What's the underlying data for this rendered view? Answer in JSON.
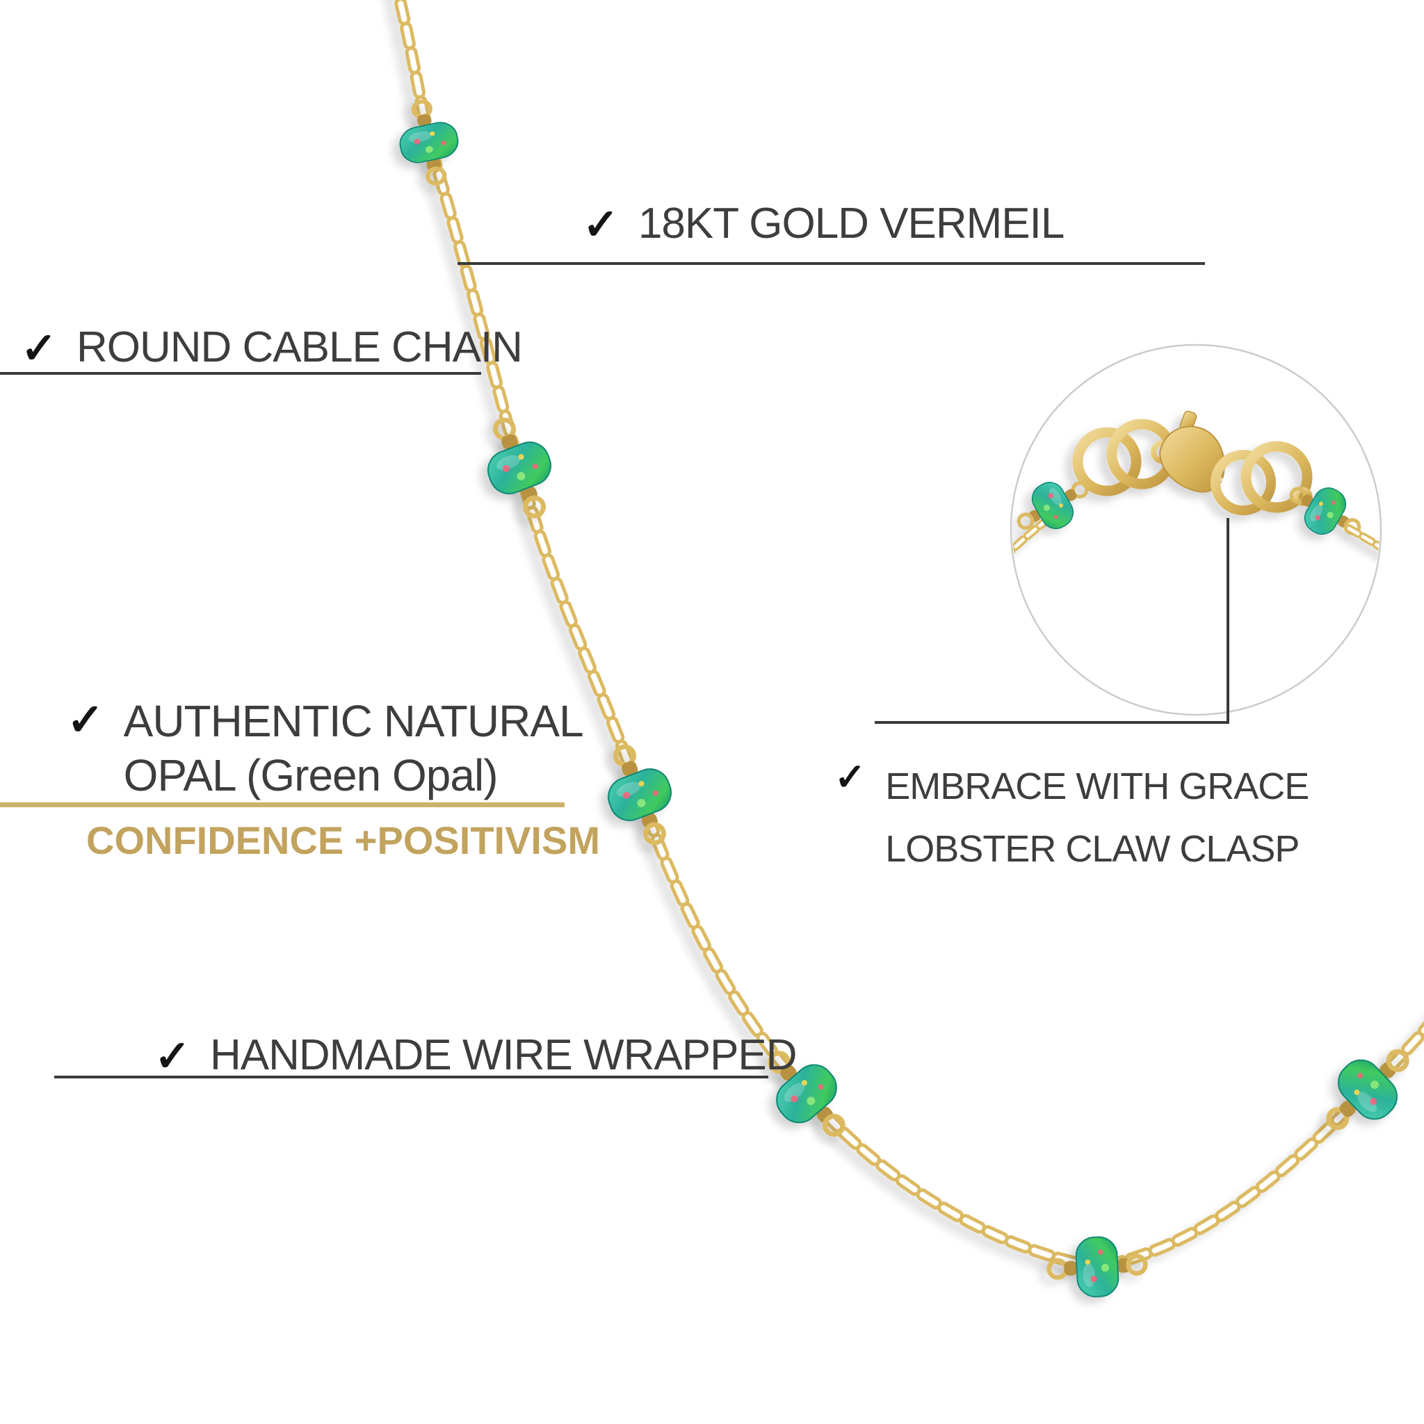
{
  "callouts": {
    "gold_vermeil": {
      "check": "✓",
      "label": "18KT GOLD VERMEIL"
    },
    "cable_chain": {
      "check": "✓",
      "label": "ROUND CABLE CHAIN"
    },
    "natural_opal": {
      "check": "✓",
      "line1": "AUTHENTIC NATURAL",
      "line2": "OPAL (Green Opal)"
    },
    "tagline": "CONFIDENCE +POSITIVISM",
    "handmade": {
      "check": "✓",
      "label": "HANDMADE WIRE WRAPPED"
    },
    "clasp": {
      "check": "✓",
      "line1": "EMBRACE WITH GRACE",
      "line2": "LOBSTER CLAW CLASP"
    }
  },
  "colors": {
    "background": "#ffffff",
    "text": "#3d3d3d",
    "checkmark": "#141414",
    "line": "#3a3a3a",
    "gold_accent": "#c2a35e",
    "gold_divider": "#cdb26a",
    "chain_gold": "#dcba62",
    "chain_gold_deep": "#b8923f",
    "chain_wire": "#c9a24b",
    "opal_teal": "#2ab4a0",
    "opal_green": "#4fd54e",
    "opal_fleck_pink": "#ff5d7a",
    "opal_fleck_yellow": "#ffd94f",
    "inset_border": "#cccccc"
  }
}
